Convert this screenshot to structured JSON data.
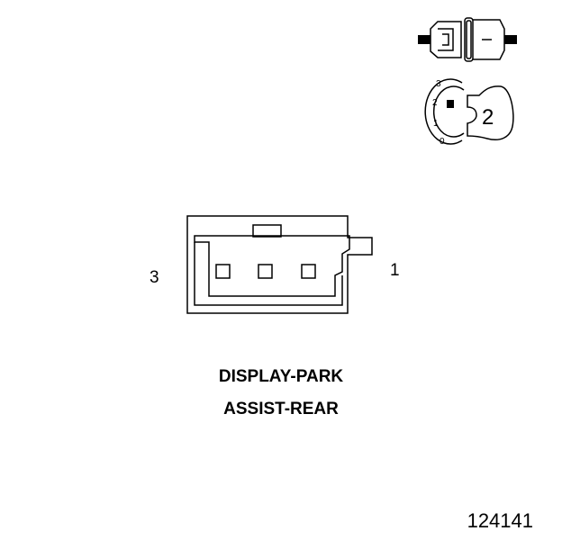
{
  "connector": {
    "pin_left": "3",
    "pin_right": "1",
    "cavities": 3
  },
  "caption": {
    "line1": "DISPLAY-PARK",
    "line2": "ASSIST-REAR"
  },
  "connector_icon": {
    "position_scale": [
      "3",
      "2",
      "1",
      "0"
    ],
    "connector_number": "2"
  },
  "reference_number": "124141",
  "colors": {
    "line": "#000000",
    "background": "#ffffff"
  }
}
